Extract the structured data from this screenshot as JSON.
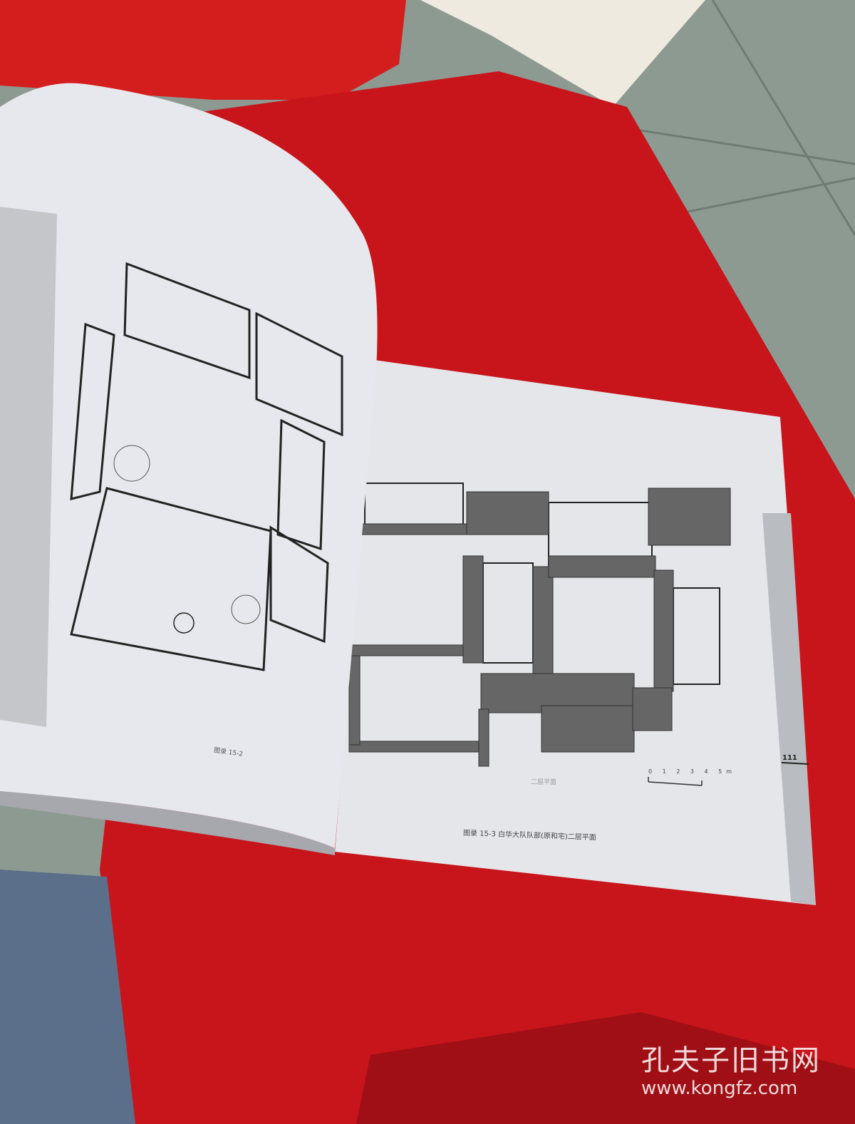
{
  "photo": {
    "colors": {
      "carpet": "#c8141b",
      "floor": "#8d9a92",
      "page": "#e4e6ea",
      "ink": "#222222"
    },
    "right_page": {
      "plan_label": "二层平面",
      "scale_bar": "0 1 2 3 4 5m",
      "caption": "图录 15-3  白华大队队部(原和宅)二层平面",
      "page_number": "111"
    },
    "left_page": {
      "caption": "图录 15-2"
    },
    "watermark": {
      "name": "孔夫子旧书网",
      "url": "www.kongfz.com"
    }
  }
}
